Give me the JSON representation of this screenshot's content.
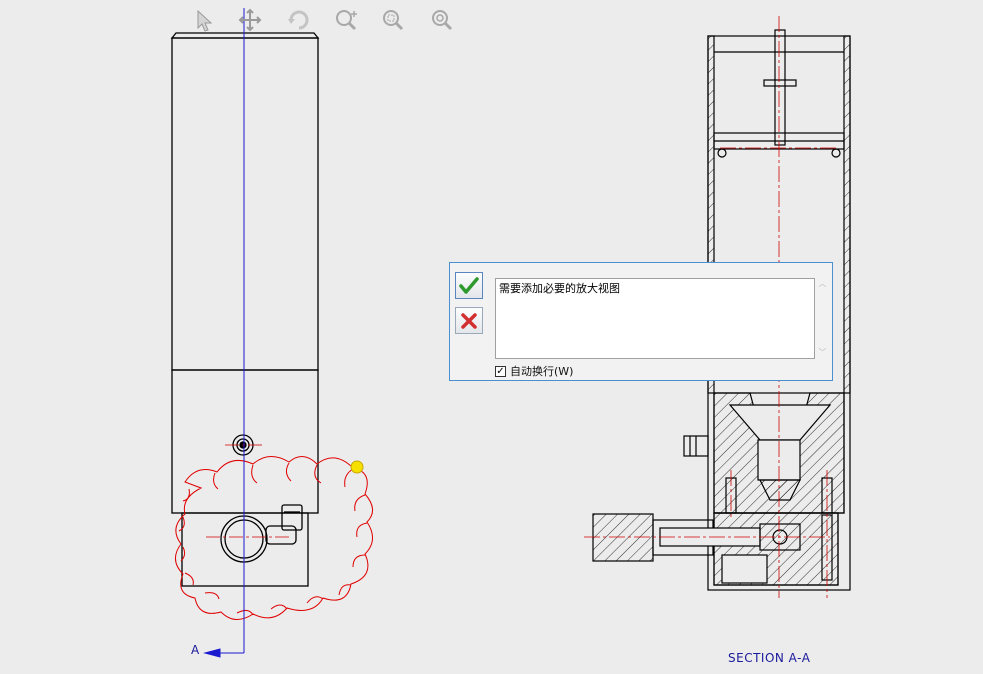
{
  "toolbar": {
    "tools": [
      {
        "name": "select-icon"
      },
      {
        "name": "pan-icon"
      },
      {
        "name": "rotate-icon"
      },
      {
        "name": "zoom-in-out-icon"
      },
      {
        "name": "zoom-to-area-icon"
      },
      {
        "name": "zoom-to-fit-icon"
      }
    ]
  },
  "drawing": {
    "section_arrow_label": "A",
    "section_view_label": "SECTION A-A"
  },
  "note_dialog": {
    "ok_icon": "checkmark-icon",
    "cancel_icon": "close-icon",
    "text": "需要添加必要的放大视图",
    "word_wrap_label": "自动换行(W)",
    "word_wrap_checked": true
  },
  "colors": {
    "background": "#ececec",
    "drawing_lines": "#000000",
    "center_lines": "#d00000",
    "revision_cloud": "#e00000",
    "section_line": "#1a1ad0",
    "handle": "#f5e000",
    "dialog_border": "#4a8fd0",
    "ok_green": "#2e9a2e",
    "cancel_red": "#d23030"
  }
}
